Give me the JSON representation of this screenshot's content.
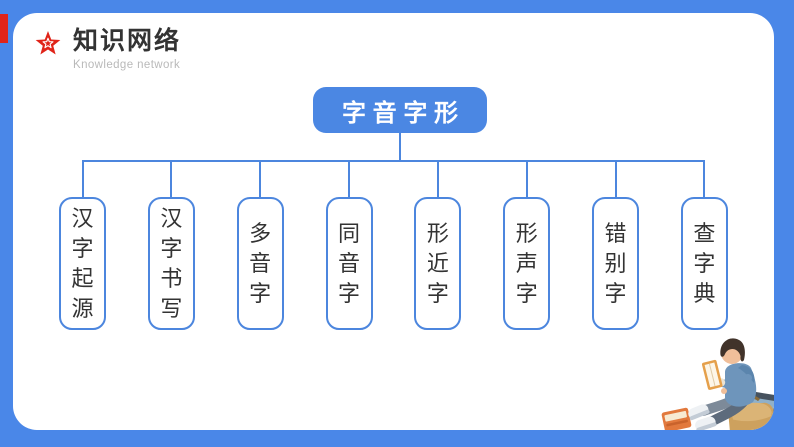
{
  "slide": {
    "title": "知识网络",
    "subtitle": "Knowledge network"
  },
  "diagram": {
    "root_label": "字 音 字 形",
    "children": [
      {
        "label": "汉字起源"
      },
      {
        "label": "汉字书写"
      },
      {
        "label": "多音字"
      },
      {
        "label": "同音字"
      },
      {
        "label": "形近字"
      },
      {
        "label": "形声字"
      },
      {
        "label": "错别字"
      },
      {
        "label": "查字典"
      }
    ]
  },
  "colors": {
    "background_blue": "#4A87E8",
    "node_blue": "#4B87E3",
    "line_blue": "#4C86DE",
    "accent_red": "#E02419",
    "title_dark": "#333333",
    "subtitle_gray": "#B9B9B9"
  },
  "icons": {
    "star_icon": "red five-pointed star with white inner outline",
    "illustration": "boy sitting reading an orange book, with backpack, stacked books and an orange book on the floor"
  }
}
